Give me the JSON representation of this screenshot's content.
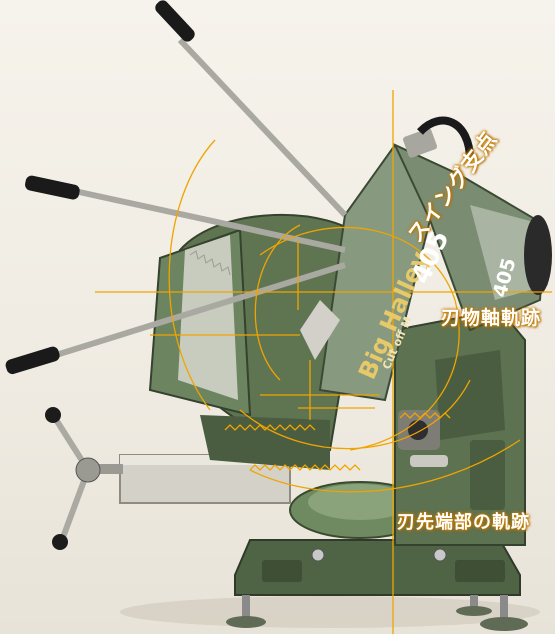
{
  "photo": {
    "subject": "circular cut-off saw with swing-arm blade head",
    "brand_text": "Big Halley",
    "brand_subtext": "Cut off M",
    "model_text": "405",
    "model_text_2": "405"
  },
  "callouts": {
    "swing_pivot": "スイング支点",
    "blade_shaft_path": "刃物軸軌跡",
    "blade_tip_path": "刃先端部の軌跡"
  },
  "colors": {
    "machine_green": "#5d7250",
    "dark_green": "#3b4a34",
    "annotation_orange": "#f0a400",
    "background": "#f2eee6"
  }
}
